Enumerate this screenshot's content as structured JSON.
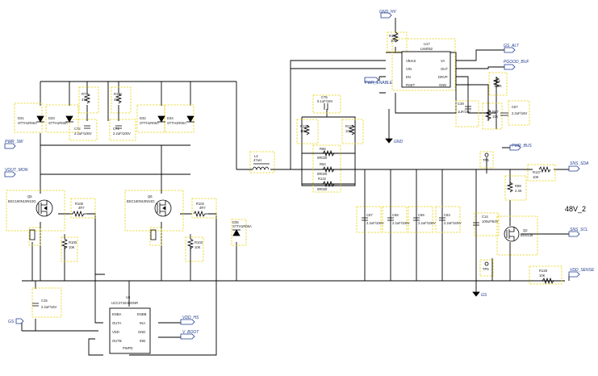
{
  "diagram": {
    "power_label": "48V_2",
    "gnd_labels": [
      "GND",
      "GS"
    ],
    "net_labels": [
      "GND_HV",
      "PWR_ENABLE",
      "GS_ALT",
      "PGOOD_BUF",
      "PWR_BUS",
      "SNS_SDA",
      "SNS_SCL",
      "VDD_SENSE",
      "PWR_SW",
      "VOUT_MON",
      "VDD_HS",
      "V_BOOT"
    ],
    "components": {
      "u17": {
        "ref": "U17",
        "part": "LM4052",
        "pins_left": [
          "VBIAS",
          "VIN",
          "EN",
          "RSET"
        ],
        "pins_right": [
          "VA",
          "OUT",
          "DRVP",
          "GND"
        ]
      },
      "u6": {
        "ref": "U6",
        "part": "UCC27424DGNR",
        "pins_left": [
          "ENBA",
          "OUTA",
          "VDD",
          "OUTB"
        ],
        "pins_right": [
          "ENBB",
          "INA",
          "GND",
          "INB"
        ],
        "bottom": "PWPD"
      },
      "d31": {
        "ref": "D31",
        "part": "STTH1R06A"
      },
      "d33": {
        "ref": "D33",
        "part": "STTH1R06A"
      },
      "d32": {
        "ref": "D32",
        "part": "STTH1R06A"
      },
      "d34": {
        "ref": "D34",
        "part": "STTH1R06A"
      },
      "d35": {
        "ref": "D35",
        "part": "STTH1R06A"
      },
      "r72": {
        "ref": "R72",
        "value": "47K"
      },
      "r113": {
        "ref": "R113",
        "value": "47K"
      },
      "c72": {
        "ref": "C72",
        "value": "2.2uF/100V"
      },
      "c71": {
        "ref": "C71",
        "value": "2.2uF/100V"
      },
      "q5": {
        "ref": "Q5",
        "part": "BSC160N10NS3G"
      },
      "q6": {
        "ref": "Q6",
        "part": "BSC160N10NS3G"
      },
      "r106": {
        "ref": "R106",
        "value": "4R7"
      },
      "r102": {
        "ref": "R102",
        "value": "4R7"
      },
      "r100": {
        "ref": "R100",
        "value": "10K"
      },
      "r103": {
        "ref": "R103",
        "value": "10K"
      },
      "c15": {
        "ref": "C15",
        "value": "2.2uF/16V"
      },
      "l2": {
        "ref": "L2",
        "value": "47uH"
      },
      "c75": {
        "ref": "C75",
        "value": "0.1uF/16V"
      },
      "r126": {
        "ref": "R126",
        "value": "100K"
      },
      "r125": {
        "ref": "R125",
        "value": "100K"
      },
      "r66": {
        "ref": "R66",
        "value": "0R020"
      },
      "r64": {
        "ref": "R64",
        "value": "0R020"
      },
      "r122": {
        "ref": "R122",
        "value": "0R020"
      },
      "r121": {
        "ref": "R121",
        "value": "10K"
      },
      "r84": {
        "ref": "R84",
        "value": "100K"
      },
      "r87": {
        "ref": "R87",
        "value": "10K"
      },
      "c49": {
        "ref": "C49",
        "value": "1uF/16V"
      },
      "c57": {
        "ref": "C57",
        "value": "2.2uF/16V"
      },
      "c67": {
        "ref": "C67",
        "value": "2.2uF/100V"
      },
      "c68": {
        "ref": "C68",
        "value": "2.2uF/100V"
      },
      "c69": {
        "ref": "C69",
        "value": "2.2uF/100V"
      },
      "c63": {
        "ref": "C63",
        "value": "2.2uF/100V"
      },
      "c14": {
        "ref": "C14",
        "value": "100uF/63V"
      },
      "tp5": {
        "ref": "TP5"
      },
      "tp6": {
        "ref": "TP6"
      },
      "r98": {
        "ref": "R98",
        "value": "2.4K"
      },
      "r127": {
        "ref": "R127",
        "value": "10K"
      },
      "r128": {
        "ref": "R128",
        "value": "10K"
      },
      "q2": {
        "ref": "Q2",
        "part": "BSS138"
      }
    }
  }
}
